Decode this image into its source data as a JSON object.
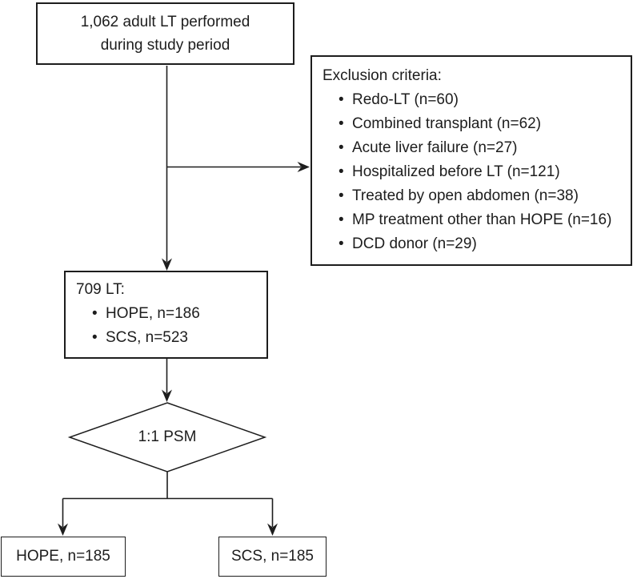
{
  "flowchart": {
    "top_box": {
      "line1": "1,062 adult LT performed",
      "line2": "during study period"
    },
    "exclusion_box": {
      "title": "Exclusion criteria:",
      "items": [
        "Redo-LT (n=60)",
        "Combined transplant (n=62)",
        "Acute liver failure (n=27)",
        "Hospitalized before LT (n=121)",
        "Treated by open abdomen (n=38)",
        "MP treatment other than HOPE (n=16)",
        "DCD donor (n=29)"
      ]
    },
    "cohort_box": {
      "title": "709 LT:",
      "items": [
        "HOPE, n=186",
        "SCS, n=523"
      ]
    },
    "psm_diamond": {
      "label": "1:1 PSM"
    },
    "hope_box": {
      "label": "HOPE, n=185"
    },
    "scs_box": {
      "label": "SCS, n=185"
    },
    "colors": {
      "line": "#1d1d1d",
      "background": "#ffffff",
      "text": "#1d1d1d"
    }
  }
}
